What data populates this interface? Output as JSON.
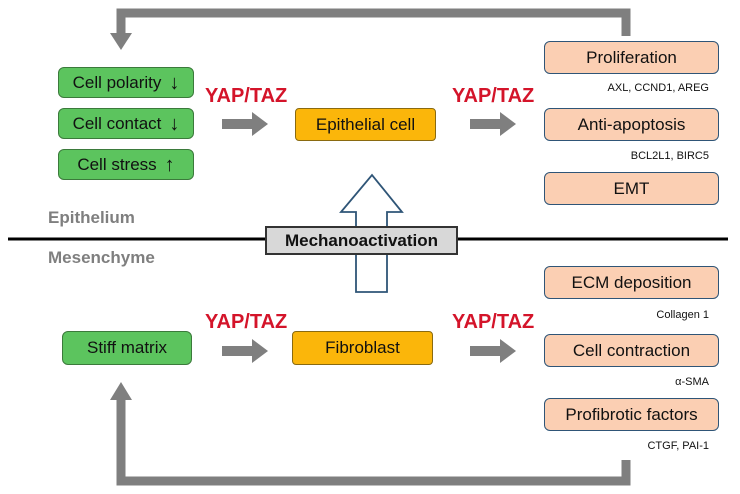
{
  "regions": {
    "top": "Epithelium",
    "bottom": "Mesenchyme"
  },
  "center_label": "Mechanoactivation",
  "yap_taz": "YAP/TAZ",
  "epithelium": {
    "stimuli": [
      {
        "label": "Cell polarity",
        "arrow": "↓"
      },
      {
        "label": "Cell contact",
        "arrow": "↓"
      },
      {
        "label": "Cell stress",
        "arrow": "↑"
      }
    ],
    "cell": "Epithelial cell",
    "outcomes": [
      {
        "label": "Proliferation",
        "genes": "AXL, CCND1, AREG"
      },
      {
        "label": "Anti-apoptosis",
        "genes": "BCL2L1, BIRC5"
      },
      {
        "label": "EMT",
        "genes": ""
      }
    ]
  },
  "mesenchyme": {
    "stimulus": "Stiff matrix",
    "cell": "Fibroblast",
    "outcomes": [
      {
        "label": "ECM deposition",
        "genes": "Collagen 1"
      },
      {
        "label": "Cell contraction",
        "genes": "α-SMA"
      },
      {
        "label": "Profibrotic factors",
        "genes": "CTGF, PAI-1"
      }
    ]
  },
  "colors": {
    "stimulus_fill": "#5cc45e",
    "cell_fill": "#fbb60a",
    "outcome_fill": "#fbcfb3",
    "yap_taz_text": "#d4142a",
    "feedback_arrow": "#7f7f7f"
  }
}
